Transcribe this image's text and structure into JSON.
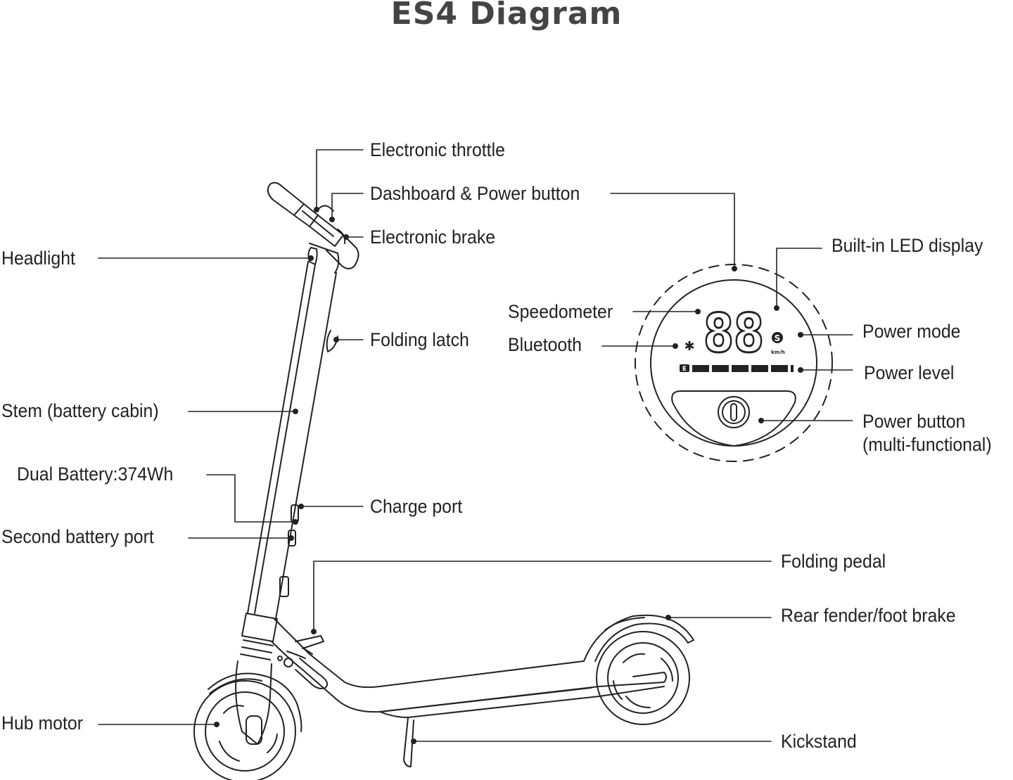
{
  "title": "ES4 Diagram",
  "labels": {
    "electronic_throttle": "Electronic throttle",
    "dashboard_power_button": "Dashboard & Power button",
    "electronic_brake": "Electronic brake",
    "headlight": "Headlight",
    "folding_latch": "Folding latch",
    "stem": "Stem (battery cabin)",
    "dual_battery": "Dual Battery:374Wh",
    "second_battery_port": "Second battery port",
    "charge_port": "Charge port",
    "folding_pedal": "Folding pedal",
    "rear_fender": "Rear fender/foot brake",
    "hub_motor": "Hub motor",
    "kickstand": "Kickstand",
    "builtin_led_display": "Built-in LED display",
    "speedometer": "Speedometer",
    "bluetooth": "Bluetooth",
    "power_mode": "Power mode",
    "power_level": "Power level",
    "power_button_line1": "Power button",
    "power_button_line2": "(multi-functional)"
  },
  "display": {
    "speed_digits": "88",
    "speed_unit": "km/h",
    "mode_glyph": "S",
    "battery_glyph": "E",
    "battery_segments": 5
  },
  "colors": {
    "ink": "#222222",
    "title": "#444444"
  }
}
